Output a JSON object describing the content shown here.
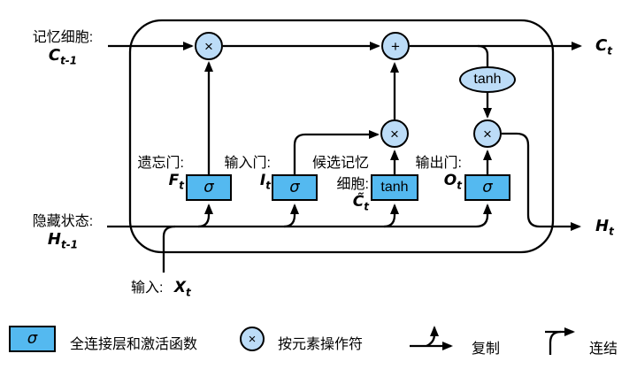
{
  "diagram": {
    "memory_cell": {
      "caption": "记忆细胞:",
      "symbol": "C",
      "sub": "t-1"
    },
    "cell_out": {
      "symbol": "C",
      "sub": "t"
    },
    "hidden_state": {
      "caption": "隐藏状态:",
      "symbol": "H",
      "sub": "t-1"
    },
    "hidden_out": {
      "symbol": "H",
      "sub": "t"
    },
    "input": {
      "caption": "输入:",
      "symbol": "X",
      "sub": "t"
    },
    "gates": {
      "forget": {
        "caption": "遗忘门:",
        "symbol": "F",
        "sub": "t",
        "node": "σ"
      },
      "input": {
        "caption": "输入门:",
        "symbol": "I",
        "sub": "t",
        "node": "σ"
      },
      "candidate": {
        "caption_line1": "候选记忆",
        "caption_line2": "细胞:",
        "symbol": "C̃",
        "sub": "t",
        "node": "tanh"
      },
      "output": {
        "caption": "输出门:",
        "symbol": "O",
        "sub": "t",
        "node": "σ"
      }
    },
    "operators": {
      "multiply": "×",
      "add": "+",
      "tanh": "tanh"
    }
  },
  "legend": {
    "fc": {
      "symbol": "σ",
      "label": "全连接层和激活函数"
    },
    "elementwise": {
      "symbol": "×",
      "label": "按元素操作符"
    },
    "copy": {
      "label": "复制"
    },
    "concat": {
      "label": "连结"
    }
  },
  "colors": {
    "box_fill": "#54b9f0",
    "node_fill": "#bcdcf7",
    "line": "#000000"
  }
}
